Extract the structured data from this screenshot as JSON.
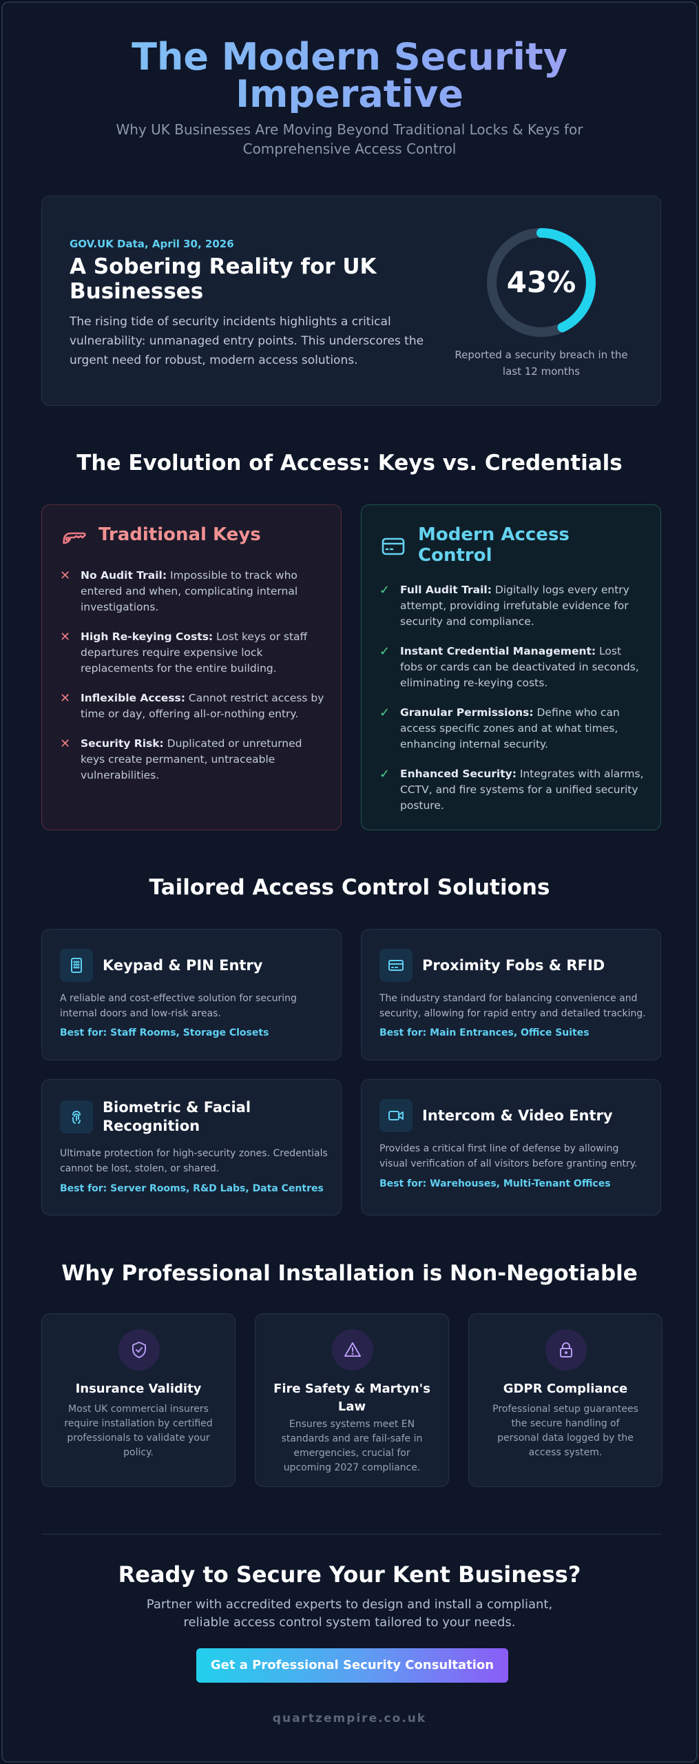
{
  "hero": {
    "title": "The Modern Security Imperative",
    "subtitle": "Why UK Businesses Are Moving Beyond Traditional Locks & Keys for Comprehensive Access Control"
  },
  "stat": {
    "eyebrow": "GOV.UK Data, April 30, 2026",
    "title": "A Sobering Reality for UK Businesses",
    "body": "The rising tide of security incidents highlights a critical vulnerability: unmanaged entry points. This underscores the urgent need for robust, modern access solutions.",
    "percent_label": "43%",
    "percent_value": 0.43,
    "caption": "Reported a security breach in the last 12 months",
    "ring_color": "#22d3ee",
    "ring_track_color": "#334155"
  },
  "evolution": {
    "title": "The Evolution of Access: Keys vs. Credentials",
    "traditional": {
      "title": "Traditional Keys",
      "icon": "key-icon",
      "items": [
        {
          "bold": "No Audit Trail:",
          "text": " Impossible to track who entered and when, complicating internal investigations."
        },
        {
          "bold": "High Re-keying Costs:",
          "text": " Lost keys or staff departures require expensive lock replacements for the entire building."
        },
        {
          "bold": "Inflexible Access:",
          "text": " Cannot restrict access by time or day, offering all-or-nothing entry."
        },
        {
          "bold": "Security Risk:",
          "text": " Duplicated or unreturned keys create permanent, untraceable vulnerabilities."
        }
      ]
    },
    "modern": {
      "title": "Modern Access Control",
      "icon": "credit-card-icon",
      "items": [
        {
          "bold": "Full Audit Trail:",
          "text": " Digitally logs every entry attempt, providing irrefutable evidence for security and compliance."
        },
        {
          "bold": "Instant Credential Management:",
          "text": " Lost fobs or cards can be deactivated in seconds, eliminating re-keying costs."
        },
        {
          "bold": "Granular Permissions:",
          "text": " Define who can access specific zones and at what times, enhancing internal security."
        },
        {
          "bold": "Enhanced Security:",
          "text": " Integrates with alarms, CCTV, and fire systems for a unified security posture."
        }
      ]
    }
  },
  "solutions": {
    "title": "Tailored Access Control Solutions",
    "items": [
      {
        "name": "Keypad & PIN Entry",
        "icon": "keypad-icon",
        "desc": "A reliable and cost-effective solution for securing internal doors and low-risk areas.",
        "best": "Best for: Staff Rooms, Storage Closets"
      },
      {
        "name": "Proximity Fobs & RFID",
        "icon": "card-icon",
        "desc": "The industry standard for balancing convenience and security, allowing for rapid entry and detailed tracking.",
        "best": "Best for: Main Entrances, Office Suites"
      },
      {
        "name": "Biometric & Facial Recognition",
        "icon": "fingerprint-icon",
        "desc": "Ultimate protection for high-security zones. Credentials cannot be lost, stolen, or shared.",
        "best": "Best for: Server Rooms, R&D Labs, Data Centres"
      },
      {
        "name": "Intercom & Video Entry",
        "icon": "video-icon",
        "desc": "Provides a critical first line of defense by allowing visual verification of all visitors before granting entry.",
        "best": "Best for: Warehouses, Multi-Tenant Offices"
      }
    ]
  },
  "why": {
    "title": "Why Professional Installation is Non-Negotiable",
    "items": [
      {
        "title": "Insurance Validity",
        "icon": "shield-check-icon",
        "body": "Most UK commercial insurers require installation by certified professionals to validate your policy."
      },
      {
        "title": "Fire Safety & Martyn's Law",
        "icon": "warning-icon",
        "body": "Ensures systems meet EN standards and are fail-safe in emergencies, crucial for upcoming 2027 compliance."
      },
      {
        "title": "GDPR Compliance",
        "icon": "lock-icon",
        "body": "Professional setup guarantees the secure handling of personal data logged by the access system."
      }
    ]
  },
  "cta": {
    "title": "Ready to Secure Your Kent Business?",
    "subtitle": "Partner with accredited experts to design and install a compliant, reliable access control system tailored to your needs.",
    "button": "Get a Professional Security Consultation"
  },
  "footer": {
    "site": "quartzempire.co.uk"
  }
}
